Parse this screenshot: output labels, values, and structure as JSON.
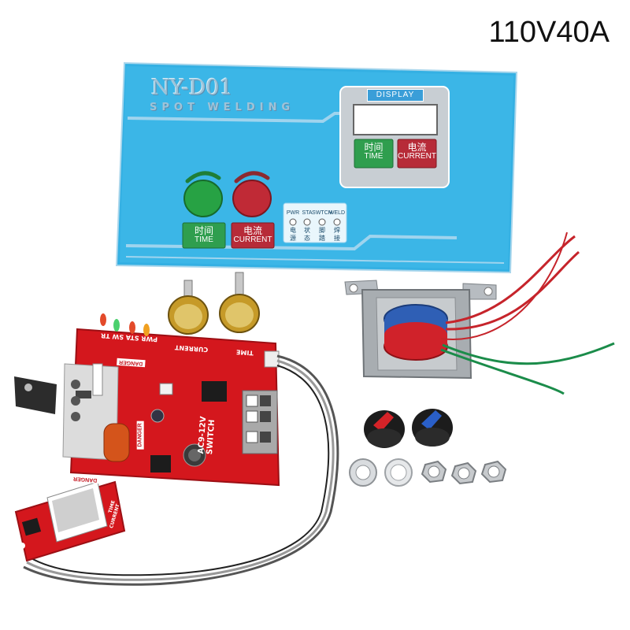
{
  "product_spec": "110V40A",
  "panel": {
    "brand": "NY-D01",
    "subtitle": "SPOT WELDING",
    "display_tag": "DISPLAY",
    "keys": [
      {
        "zh": "时间",
        "en": "TIME"
      },
      {
        "zh": "电流",
        "en": "CURRENT"
      }
    ],
    "buttons": [
      {
        "zh": "时间",
        "en": "TIME"
      },
      {
        "zh": "电流",
        "en": "CURRENT"
      }
    ],
    "leds": [
      {
        "label": "PWR",
        "zh": [
          "电",
          "源"
        ]
      },
      {
        "label": "STA",
        "zh": [
          "状",
          "态"
        ]
      },
      {
        "label": "SWTCH",
        "zh": [
          "脚",
          "踏"
        ]
      },
      {
        "label": "WELD",
        "zh": [
          "焊",
          "接"
        ]
      }
    ]
  },
  "pcb": {
    "led_labels": "PWR STA SW TR",
    "current_label": "CURRENT",
    "time_label": "TIME",
    "switch_label": "AC9-12V SWITCH",
    "danger": "DANGER"
  },
  "display_board": {
    "time_label": "TIME",
    "current_label": "CURRENT"
  },
  "colors": {
    "panel_blue": "#37b5e6",
    "pcb_red": "#d4171d",
    "button_green": "#2aa74a",
    "button_red": "#c42b35"
  }
}
